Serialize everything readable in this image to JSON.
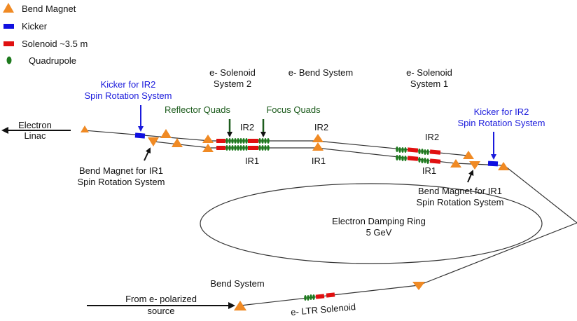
{
  "legend": {
    "bend_magnet": "Bend Magnet",
    "kicker": "Kicker",
    "solenoid": "Solenoid ~3.5 m",
    "quadrupole": "Quadrupole"
  },
  "labels": {
    "electron_linac_1": "Electron",
    "electron_linac_2": "Linac",
    "kicker_left_1": "Kicker for IR2",
    "kicker_left_2": "Spin Rotation System",
    "kicker_right_1": "Kicker for IR2",
    "kicker_right_2": "Spin Rotation System",
    "sol2_1": "e- Solenoid",
    "sol2_2": "System 2",
    "bend_system_top": "e- Bend System",
    "sol1_1": "e- Solenoid",
    "sol1_2": "System 1",
    "reflector_quads": "Reflector Quads",
    "focus_quads": "Focus Quads",
    "ir2_a": "IR2",
    "ir2_b": "IR2",
    "ir2_c": "IR2",
    "ir1_a": "IR1",
    "ir1_b": "IR1",
    "ir1_c": "IR1",
    "bend_ir1_left_1": "Bend Magnet for IR1",
    "bend_ir1_left_2": "Spin Rotation System",
    "bend_ir1_right_1": "Bend Magnet for IR1",
    "bend_ir1_right_2": "Spin Rotation System",
    "ring_1": "Electron Damping Ring",
    "ring_2": "5 GeV",
    "bend_system_bottom": "Bend System",
    "polarized_1": "From e- polarized",
    "polarized_2": "source",
    "ltr_solenoid": "e- LTR Solenoid"
  },
  "colors": {
    "bend_magnet": "#f08a24",
    "kicker": "#1010e0",
    "solenoid": "#e01010",
    "quadrupole": "#1e7a1e",
    "label_blue": "#1a1adc",
    "label_green": "#1d5c1d"
  }
}
